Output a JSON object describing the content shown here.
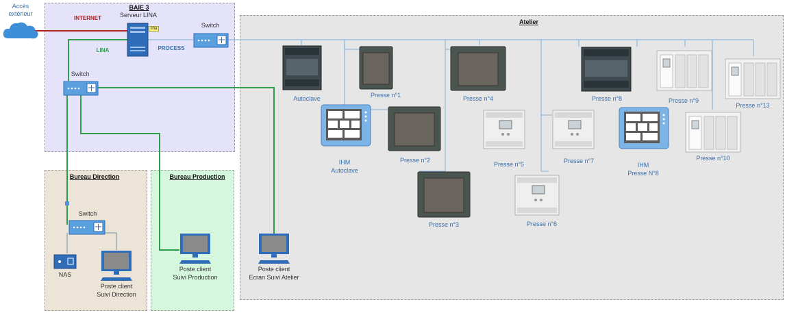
{
  "cloud": {
    "label": "Accès\nextérieur"
  },
  "zones": {
    "baie": "BAIE 3",
    "atelier": "Atelier",
    "direction": "Bureau Direction",
    "production": "Bureau Production"
  },
  "links": {
    "internet": "INTERNET",
    "lina": "LINA",
    "process": "PROCESS"
  },
  "devices": {
    "server": "Serveur LINA",
    "server_badge": "lina",
    "switch_process": "Switch",
    "switch_main": "Switch",
    "switch_direction": "Switch",
    "nas": "NAS",
    "client_direction": "Poste client\nSuivi Direction",
    "client_production": "Poste client\nSuivi Production",
    "client_atelier": "Poste client\nEcran Suivi Atelier"
  },
  "machines": {
    "autoclave": "Autoclave",
    "ihm_autoclave": "IHM\nAutoclave",
    "presse1": "Presse n°1",
    "presse2": "Presse n°2",
    "presse3": "Presse n°3",
    "presse4": "Presse n°4",
    "presse5": "Presse n°5",
    "presse6": "Presse n°6",
    "presse7": "Presse n°7",
    "presse8": "Presse n°8",
    "ihm_presse8": "IHM\nPresse N°8",
    "presse9": "Presse n°9",
    "presse10": "Presse n°10",
    "presse13": "Presse n°13"
  },
  "colors": {
    "internet": "#b22222",
    "lina": "#2e9e4a",
    "process": "#8fb8dc",
    "label_blue": "#3a6ea8"
  }
}
